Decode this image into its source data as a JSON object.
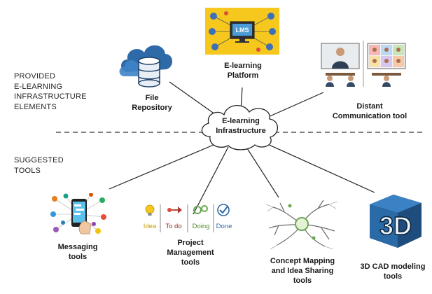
{
  "side_labels": {
    "provided": [
      "PROVIDED",
      "E-LEARNING",
      "INFRASTRUCTURE",
      "ELEMENTS"
    ],
    "suggested": [
      "SUGGESTED",
      "TOOLS"
    ]
  },
  "center": {
    "lines": [
      "E-learning",
      "Infrastructure"
    ]
  },
  "provided_elements": [
    {
      "id": "file-repository",
      "lines": [
        "File",
        "Repository"
      ],
      "icon": "cloud-database-icon"
    },
    {
      "id": "elearning-platform",
      "lines": [
        "E-learning",
        "Platform"
      ],
      "icon": "lms-screen-icon",
      "icon_text": "LMS"
    },
    {
      "id": "distant-communication",
      "lines": [
        "Distant",
        "Communication tool"
      ],
      "icon": "video-conference-icon"
    }
  ],
  "suggested_tools": [
    {
      "id": "messaging-tools",
      "lines": [
        "Messaging",
        "tools"
      ],
      "icon": "phone-contacts-icon"
    },
    {
      "id": "project-management-tools",
      "lines": [
        "Project",
        "Management",
        "tools"
      ],
      "icon": "kanban-board-icon",
      "board_columns": [
        "Idea",
        "To do",
        "Doing",
        "Done"
      ]
    },
    {
      "id": "concept-mapping-tools",
      "lines": [
        "Concept Mapping",
        "and Idea Sharing",
        "tools"
      ],
      "icon": "mind-map-icon"
    },
    {
      "id": "cad-modeling-tools",
      "lines": [
        "3D CAD modeling",
        "tools"
      ],
      "icon": "3d-cube-icon",
      "icon_text": "3D"
    }
  ],
  "colors": {
    "cloud_blue": "#2f6aa8",
    "lms_yellow": "#f6c81e",
    "accent_green": "#6aa84f",
    "line": "#222222"
  }
}
